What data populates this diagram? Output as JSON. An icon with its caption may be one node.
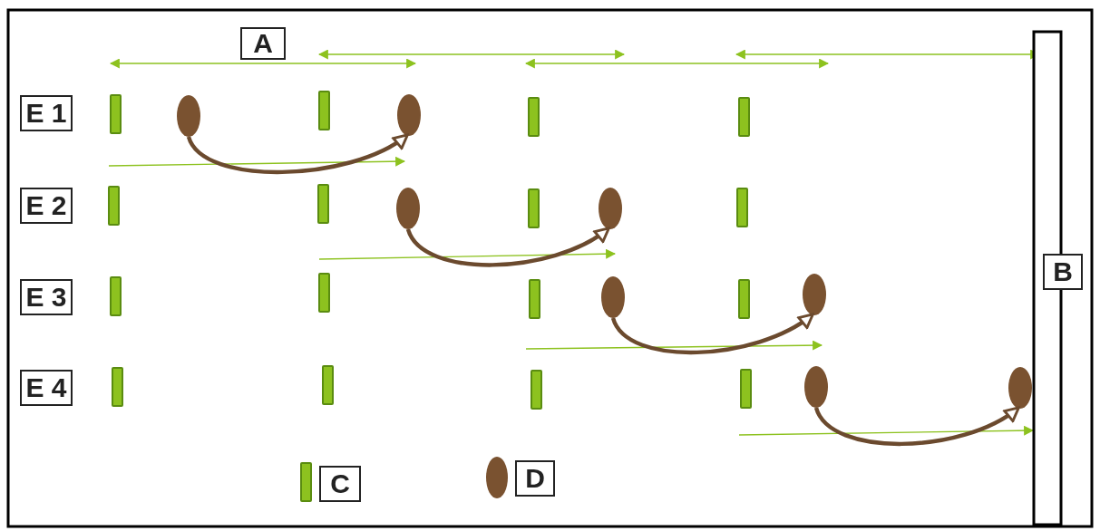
{
  "diagram": {
    "nodes": [
      {
        "text": [
          "A"
        ]
      },
      {
        "text": [
          "B"
        ]
      },
      {
        "text": [
          "E 1"
        ]
      },
      {
        "text": [],
        "shape": "bar"
      },
      {
        "text": [],
        "shape": "circle"
      },
      {
        "text": [],
        "shape": "bar"
      },
      {
        "text": [],
        "shape": "circle"
      },
      {
        "text": [],
        "shape": "bar"
      },
      {
        "text": [],
        "shape": "bar"
      },
      {
        "text": [
          "E 2"
        ]
      },
      {
        "text": [],
        "shape": "bar"
      },
      {
        "text": [],
        "shape": "bar"
      },
      {
        "text": [],
        "shape": "circle"
      },
      {
        "text": [],
        "shape": "bar"
      },
      {
        "text": [],
        "shape": "circle"
      },
      {
        "text": [],
        "shape": "bar"
      },
      {
        "text": [
          "E 3"
        ]
      },
      {
        "text": [],
        "shape": "bar"
      },
      {
        "text": [],
        "shape": "bar"
      },
      {
        "text": [],
        "shape": "bar"
      },
      {
        "text": [],
        "shape": "circle"
      },
      {
        "text": [],
        "shape": "bar"
      },
      {
        "text": [],
        "shape": "circle"
      },
      {
        "text": [
          "E 4"
        ]
      },
      {
        "text": [],
        "shape": "bar"
      },
      {
        "text": [],
        "shape": "bar"
      },
      {
        "text": [],
        "shape": "bar"
      },
      {
        "text": [],
        "shape": "bar"
      },
      {
        "text": [],
        "shape": "circle"
      },
      {
        "text": [],
        "shape": "circle"
      },
      {
        "text": [],
        "shape": "bar"
      },
      {
        "text": [
          "C"
        ]
      },
      {
        "text": [],
        "shape": "circle"
      },
      {
        "text": [
          "D"
        ]
      }
    ],
    "edges": [
      {
        "from": 4,
        "to": 6,
        "arrow": "to"
      },
      {
        "from": 12,
        "to": 14,
        "arrow": "to"
      },
      {
        "from": 20,
        "to": 22,
        "arrow": "to"
      },
      {
        "from": 28,
        "to": 29,
        "arrow": "to"
      }
    ]
  }
}
